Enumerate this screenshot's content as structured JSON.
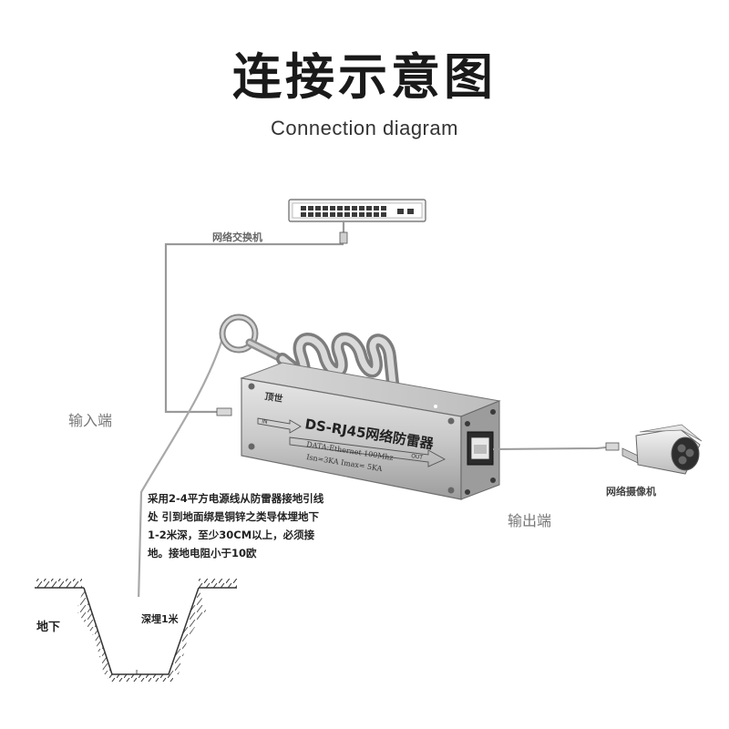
{
  "title": "连接示意图",
  "subtitle": "Connection diagram",
  "labels": {
    "switch": "网络交换机",
    "input": "输入端",
    "output": "输出端",
    "camera": "网络摄像机",
    "underground": "地下",
    "depth": "深埋1米"
  },
  "note": "采用2-4平方电源线从防雷器接地引线处 引到地面绑是铜锌之类导体埋地下1-2米深，至少30CM以上，必须接地。接地电阻小于10欧",
  "device": {
    "brand": "顶世",
    "model": "DS-RJ45网络防雷器",
    "in_label": "IN",
    "out_label": "OUT",
    "spec_line1": "DATA:Ethernet  100Mhz",
    "spec_line2": "Isn=3KA  Imax= 5KA"
  }
}
